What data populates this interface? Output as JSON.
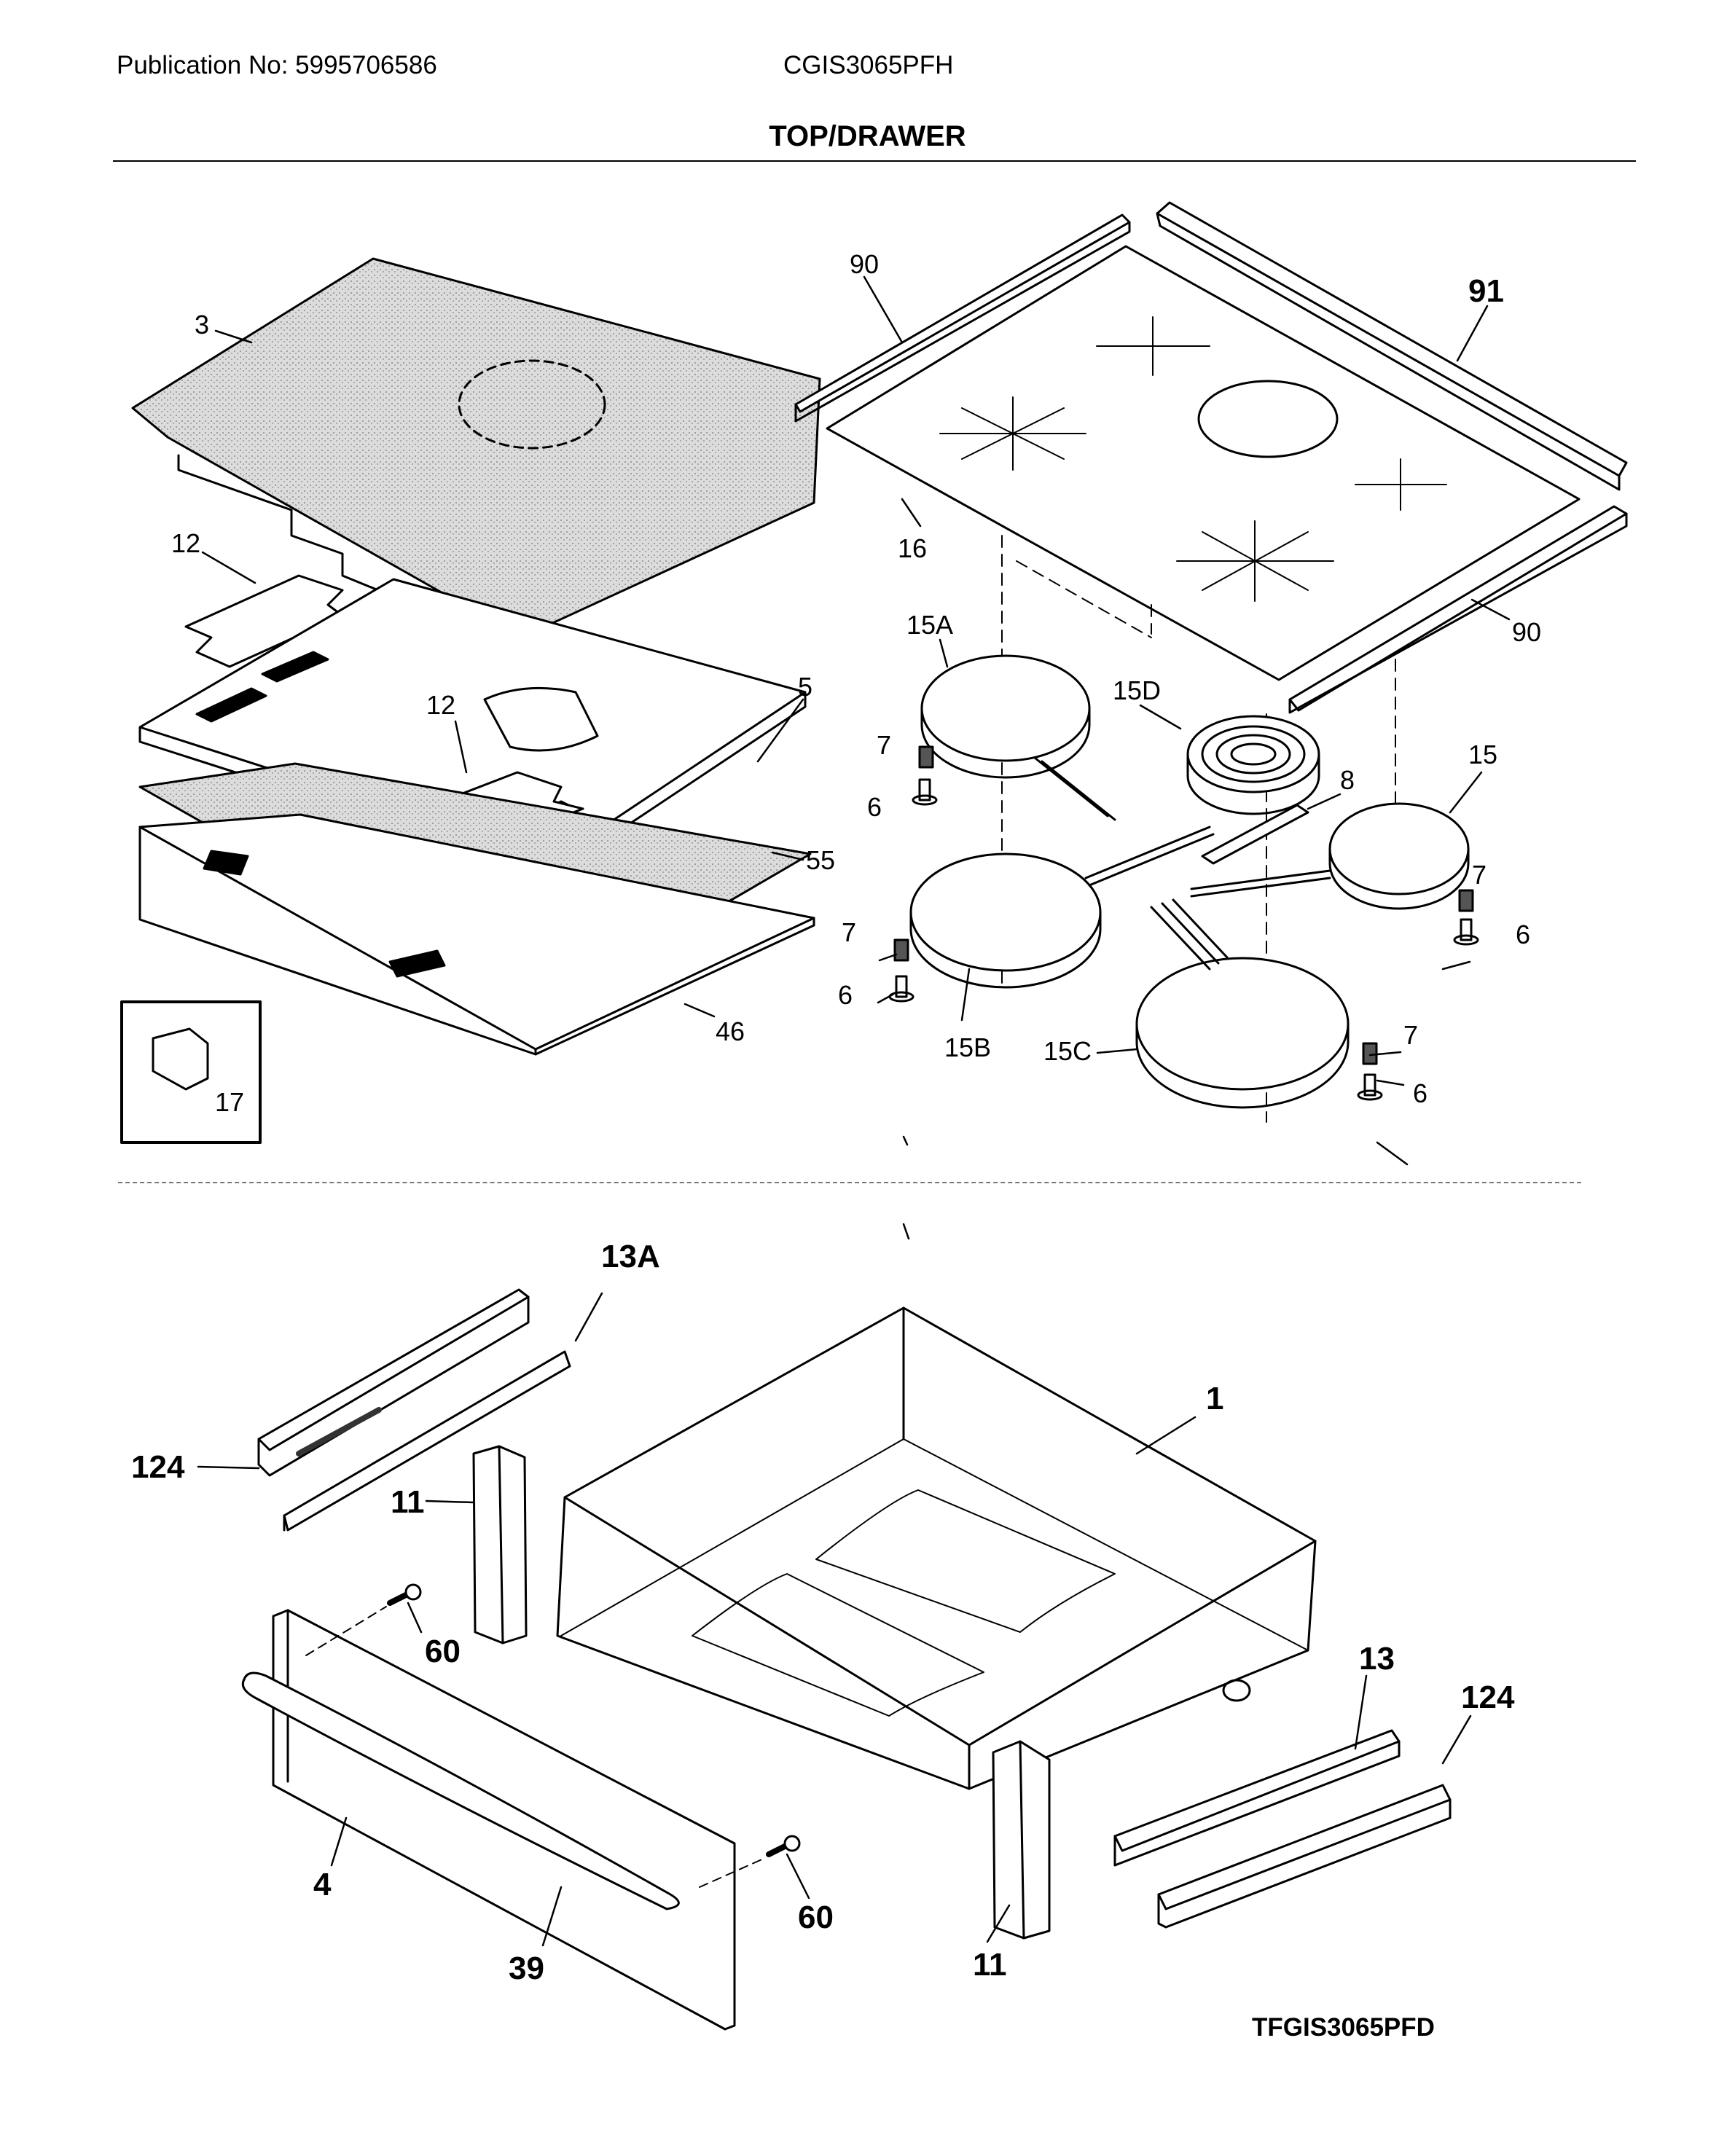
{
  "header": {
    "publication": "Publication No: 5995706586",
    "model": "CGIS3065PFH",
    "section_title": "TOP/DRAWER"
  },
  "diagram_code": "TFGIS3065PFD",
  "callouts": [
    {
      "id": "c-3",
      "text": "3",
      "big": false
    },
    {
      "id": "c-90a",
      "text": "90",
      "big": false
    },
    {
      "id": "c-91",
      "text": "91",
      "big": true
    },
    {
      "id": "c-12a",
      "text": "12",
      "big": false
    },
    {
      "id": "c-16",
      "text": "16",
      "big": false
    },
    {
      "id": "c-90b",
      "text": "90",
      "big": false
    },
    {
      "id": "c-15a",
      "text": "15A",
      "big": false
    },
    {
      "id": "c-5",
      "text": "5",
      "big": false
    },
    {
      "id": "c-12b",
      "text": "12",
      "big": false
    },
    {
      "id": "c-15d",
      "text": "15D",
      "big": false
    },
    {
      "id": "c-7a",
      "text": "7",
      "big": false
    },
    {
      "id": "c-6a",
      "text": "6",
      "big": false
    },
    {
      "id": "c-8",
      "text": "8",
      "big": false
    },
    {
      "id": "c-15",
      "text": "15",
      "big": false
    },
    {
      "id": "c-55",
      "text": "55",
      "big": false
    },
    {
      "id": "c-7b",
      "text": "7",
      "big": false
    },
    {
      "id": "c-6b",
      "text": "6",
      "big": false
    },
    {
      "id": "c-7c",
      "text": "7",
      "big": false
    },
    {
      "id": "c-6c",
      "text": "6",
      "big": false
    },
    {
      "id": "c-15b",
      "text": "15B",
      "big": false
    },
    {
      "id": "c-15c",
      "text": "15C",
      "big": false
    },
    {
      "id": "c-46",
      "text": "46",
      "big": false
    },
    {
      "id": "c-7d",
      "text": "7",
      "big": false
    },
    {
      "id": "c-6d",
      "text": "6",
      "big": false
    },
    {
      "id": "c-17",
      "text": "17",
      "big": false
    },
    {
      "id": "c-13a",
      "text": "13A",
      "big": true
    },
    {
      "id": "c-1",
      "text": "1",
      "big": true
    },
    {
      "id": "c-124a",
      "text": "124",
      "big": true
    },
    {
      "id": "c-11a",
      "text": "11",
      "big": true
    },
    {
      "id": "c-60a",
      "text": "60",
      "big": true
    },
    {
      "id": "c-13",
      "text": "13",
      "big": true
    },
    {
      "id": "c-124b",
      "text": "124",
      "big": true
    },
    {
      "id": "c-4",
      "text": "4",
      "big": true
    },
    {
      "id": "c-60b",
      "text": "60",
      "big": true
    },
    {
      "id": "c-39",
      "text": "39",
      "big": true
    },
    {
      "id": "c-11b",
      "text": "11",
      "big": true
    }
  ]
}
